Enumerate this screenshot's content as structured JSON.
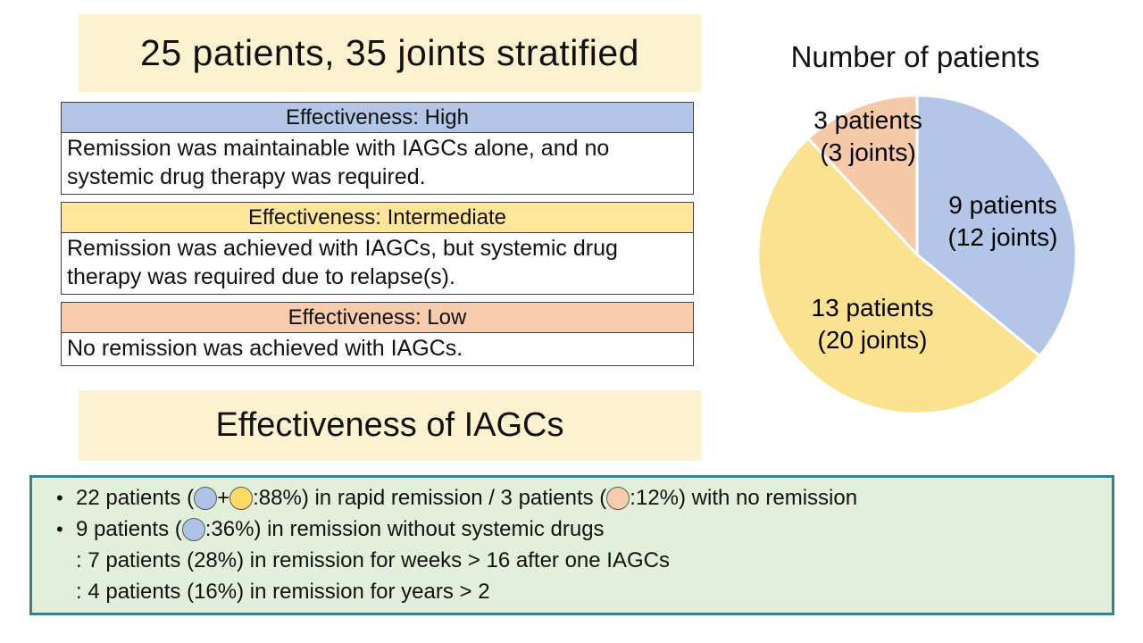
{
  "figure": {
    "top_title": "25 patients, 35 joints stratified",
    "bottom_title": "Effectiveness of IAGCs"
  },
  "stratification_table": {
    "rows": [
      {
        "header": "Effectiveness: High",
        "header_color": "#B4C6E7",
        "body": "Remission was maintainable with IAGCs alone, and no systemic drug therapy was required."
      },
      {
        "header": "Effectiveness: Intermediate",
        "header_color": "#FFE699",
        "body": "Remission was achieved with IAGCs, but systemic drug therapy was required due to relapse(s)."
      },
      {
        "header": "Effectiveness: Low",
        "header_color": "#F8CBAD",
        "body": "No remission was achieved with IAGCs."
      }
    ]
  },
  "chart_data": {
    "type": "pie",
    "title": "Number of patients",
    "direction": "clockwise",
    "start_angle_deg": 0,
    "total_patients": 25,
    "total_joints": 35,
    "slices": [
      {
        "name": "high",
        "patients": 9,
        "joints": 12,
        "percent": 36,
        "color": "#B4C6E7",
        "label_lines": [
          "9 patients",
          "(12 joints)"
        ]
      },
      {
        "name": "intermediate",
        "patients": 13,
        "joints": 20,
        "percent": 52,
        "color": "#FBE291",
        "label_lines": [
          "13 patients",
          "(20 joints)"
        ]
      },
      {
        "name": "low",
        "patients": 3,
        "joints": 3,
        "percent": 12,
        "color": "#F6C9A8",
        "label_lines": [
          "3 patients",
          "(3 joints)"
        ]
      }
    ]
  },
  "summary_box": {
    "bg": "#E2EFDA",
    "border_color": "#3C7F8E",
    "line1": {
      "bullet": "•",
      "t1": "22 patients (",
      "t2": "+",
      "t3": ":88%) in rapid remission / 3 patients (",
      "t4": ":12%) with no remission"
    },
    "line2": {
      "bullet": "•",
      "t1": "9 patients (",
      "t2": ":36%) in remission without systemic drugs"
    },
    "line3": ": 7 patients (28%) in remission for weeks > 16 after one IAGCs",
    "line4": ": 4 patients (16%) in remission for years > 2"
  },
  "legend_dots": {
    "high": "#AEC3E5",
    "intermediate": "#FFD966",
    "low": "#F8CBAD"
  }
}
